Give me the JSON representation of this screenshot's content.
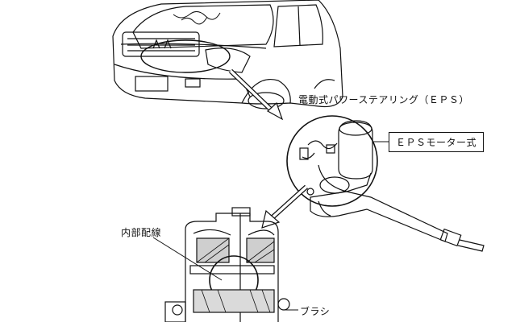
{
  "labels": {
    "eps_title": "電動式パワーステアリング（ＥＰＳ）",
    "eps_motor": "ＥＰＳモーター式",
    "internal_wiring": "内部配線",
    "brush": "ブラシ"
  }
}
